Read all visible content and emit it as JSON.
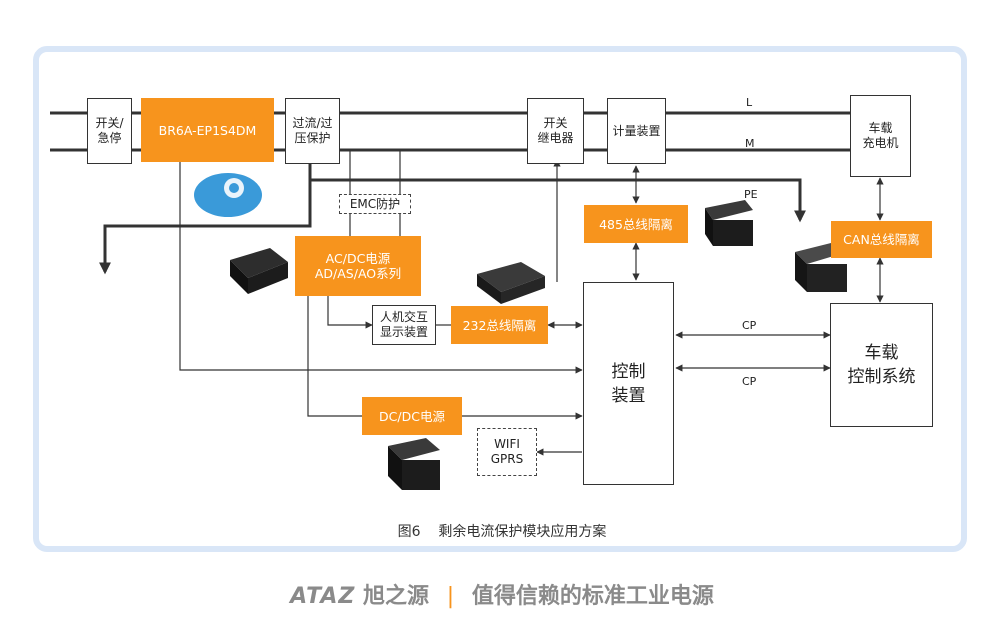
{
  "blocks": {
    "switch_stop": "开关/\n急停",
    "rcd_module": "BR6A-EP1S4DM",
    "overcurrent": "过流/过\n压保护",
    "relay": "开关\n继电器",
    "meter": "计量装置",
    "charger": "车载\n充电机",
    "emc": "EMC防护",
    "acdc": "AC/DC电源\nAD/AS/AO系列",
    "hmi": "人机交互\n显示装置",
    "rs232": "232总线隔离",
    "rs485": "485总线隔离",
    "can": "CAN总线隔离",
    "controller": "控制\n装置",
    "vehicle_ctrl": "车载\n控制系统",
    "dcdc": "DC/DC电源",
    "wifi": "WIFI\nGPRS"
  },
  "line_labels": {
    "l": "L",
    "m": "M",
    "pe": "PE",
    "cp1": "CP",
    "cp2": "CP"
  },
  "caption": "图6    剩余电流保护模块应用方案",
  "footer": {
    "logo": "ATAZ",
    "brand": "旭之源",
    "separator": "|",
    "slogan": "值得信赖的标准工业电源"
  },
  "colors": {
    "accent": "#f7941d",
    "frame": "#d9e6f7",
    "line": "#333333"
  }
}
